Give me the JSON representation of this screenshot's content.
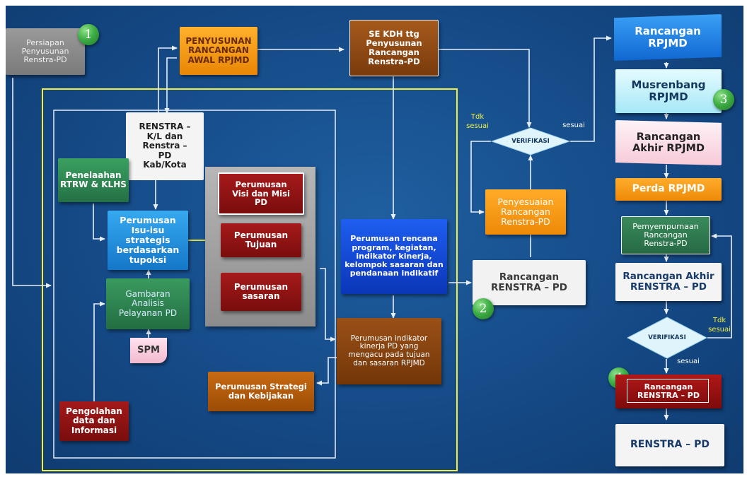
{
  "nodes": {
    "persiapan": "Persiapan\nPenyusunan\nRenstra-PD",
    "penyusunan_rancangan_awal": "PENYUSUNAN\nRANCANGAN\nAWAL RPJMD",
    "se_kdh": "SE KDH ttg\nPenyusunan\nRancangan\nRenstra-PD",
    "renstra_kl": "RENSTRA –\nK/L dan\nRenstra –\nPD\nKab/Kota",
    "penelaahan": "Penelaahan\nRTRW & KLHS",
    "perumusan_isu": "Perumusan\nIsu-isu\nstrategis\nberdasarkan\ntupoksi",
    "gambaran": "Gambaran\nAnalisis\nPelayanan PD",
    "spm": "SPM",
    "pengolahan": "Pengolahan\ndata dan\nInformasi",
    "visi_misi": "Perumusan\nVisi dan Misi\nPD",
    "tujuan": "Perumusan\nTujuan",
    "sasaran": "Perumusan\nsasaran",
    "rencana_program": "Perumusan rencana\nprogram, kegiatan,\nindikator kinerja,\nkelompok sasaran dan\npendanaan indikatif",
    "indikator_kinerja": "Perumusan indikator\nkinerja PD yang\nmengacu pada tujuan\ndan sasaran RPJMD",
    "strategi": "Perumusan Strategi\ndan Kebijakan",
    "verifikasi_1": "VERIFIKASI",
    "penyesuaian": "Penyesuaian\nRancangan\nRenstra-PD",
    "rancangan_renstra_pd": "Rancangan\nRENSTRA – PD",
    "rancangan_rpjmd": "Rancangan\nRPJMD",
    "musrenbang": "Musrenbang\nRPJMD",
    "rancangan_akhir_rpjmd": "Rancangan\nAkhir RPJMD",
    "perda": "Perda RPJMD",
    "penyempurnaan": "Pemyempurnaan\nRancangan\nRenstra-PD",
    "rancangan_akhir_renstra": "Rancangan Akhir\nRENSTRA – PD",
    "verifikasi_2": "VERIFIKASI",
    "rancangan_renstra_red": "Rancangan\nRENSTRA – PD",
    "renstra_final": "RENSTRA – PD"
  },
  "edge_labels": {
    "tdk_sesuai_1": "Tdk\nsesuai",
    "sesuai_1": "sesuai",
    "tdk_sesuai_2": "Tdk\nsesuai",
    "sesuai_2": "sesuai"
  },
  "steps": [
    "1",
    "2",
    "3",
    "4"
  ],
  "colors": {
    "background": "#164c8a",
    "gray_box": "#8a8a8a",
    "orange": "#f59a12",
    "brown": "#8b4513",
    "dark_red": "#8b0f12",
    "green": "#2f8a55",
    "blue": "#1d8fe0",
    "deep_blue": "#1040c8",
    "cyan_light": "#bff0fb",
    "pink_light": "#fde2ea",
    "white_box": "#f2f2f2",
    "frame_yellow": "#f3ee3a",
    "number_green": "#3fae45"
  }
}
